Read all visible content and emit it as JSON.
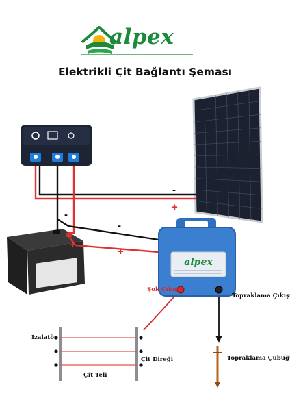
{
  "brand": {
    "name": "alpex",
    "logo_icon": "house-sun-field-logo"
  },
  "title": "Elektrikli Çit Bağlantı Şeması",
  "labels": {
    "shock_output": "Şok Çıkışı",
    "ground_output": "Topraklama Çıkışı",
    "insulator": "İzalatör",
    "fence_post": "Çit Direği",
    "fence_wire": "Çit Teli",
    "ground_rod": "Topraklama Çubuğu"
  },
  "polarity": {
    "minus": "-",
    "plus": "+"
  },
  "colors": {
    "brand_green": "#1b8a3a",
    "wire_red": "#e03131",
    "wire_black": "#111111",
    "energizer_blue": "#3b7fd1",
    "battery": "#2b2b2b",
    "solar_panel": "#1c2130"
  },
  "components": [
    "solar-charge-controller",
    "solar-panel",
    "battery",
    "fence-energizer",
    "fence",
    "ground-rod"
  ]
}
